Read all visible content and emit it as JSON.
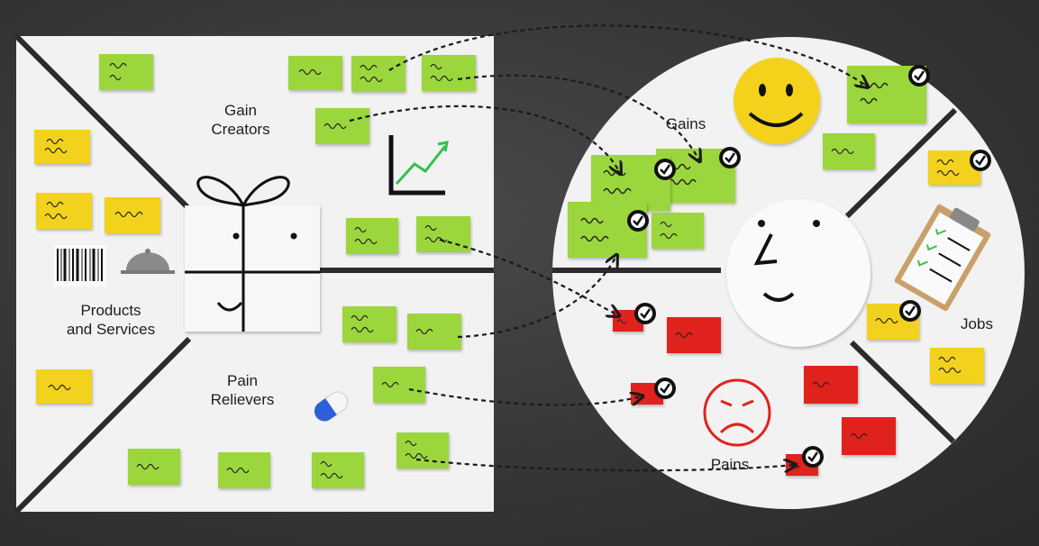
{
  "product_map": {
    "gain_creators_label": "Gain\nCreators",
    "products_services_label": "Products\nand Services",
    "pain_relievers_label": "Pain\nRelievers"
  },
  "customer_profile": {
    "gains_label": "Gains",
    "jobs_label": "Jobs",
    "pains_label": "Pains"
  },
  "icons": [
    "gift-icon",
    "chart-icon",
    "barcode-icon",
    "cloche-icon",
    "pill-icon",
    "smiley-icon",
    "face-icon",
    "clipboard-icon",
    "sad-face-icon",
    "check-icon"
  ],
  "colors": {
    "board": "#f2f2f2",
    "gain_note": "#9cd63c",
    "job_note": "#f2d21b",
    "pain_note": "#e0231c",
    "background": "#353537",
    "ink": "#1a1a1a"
  }
}
